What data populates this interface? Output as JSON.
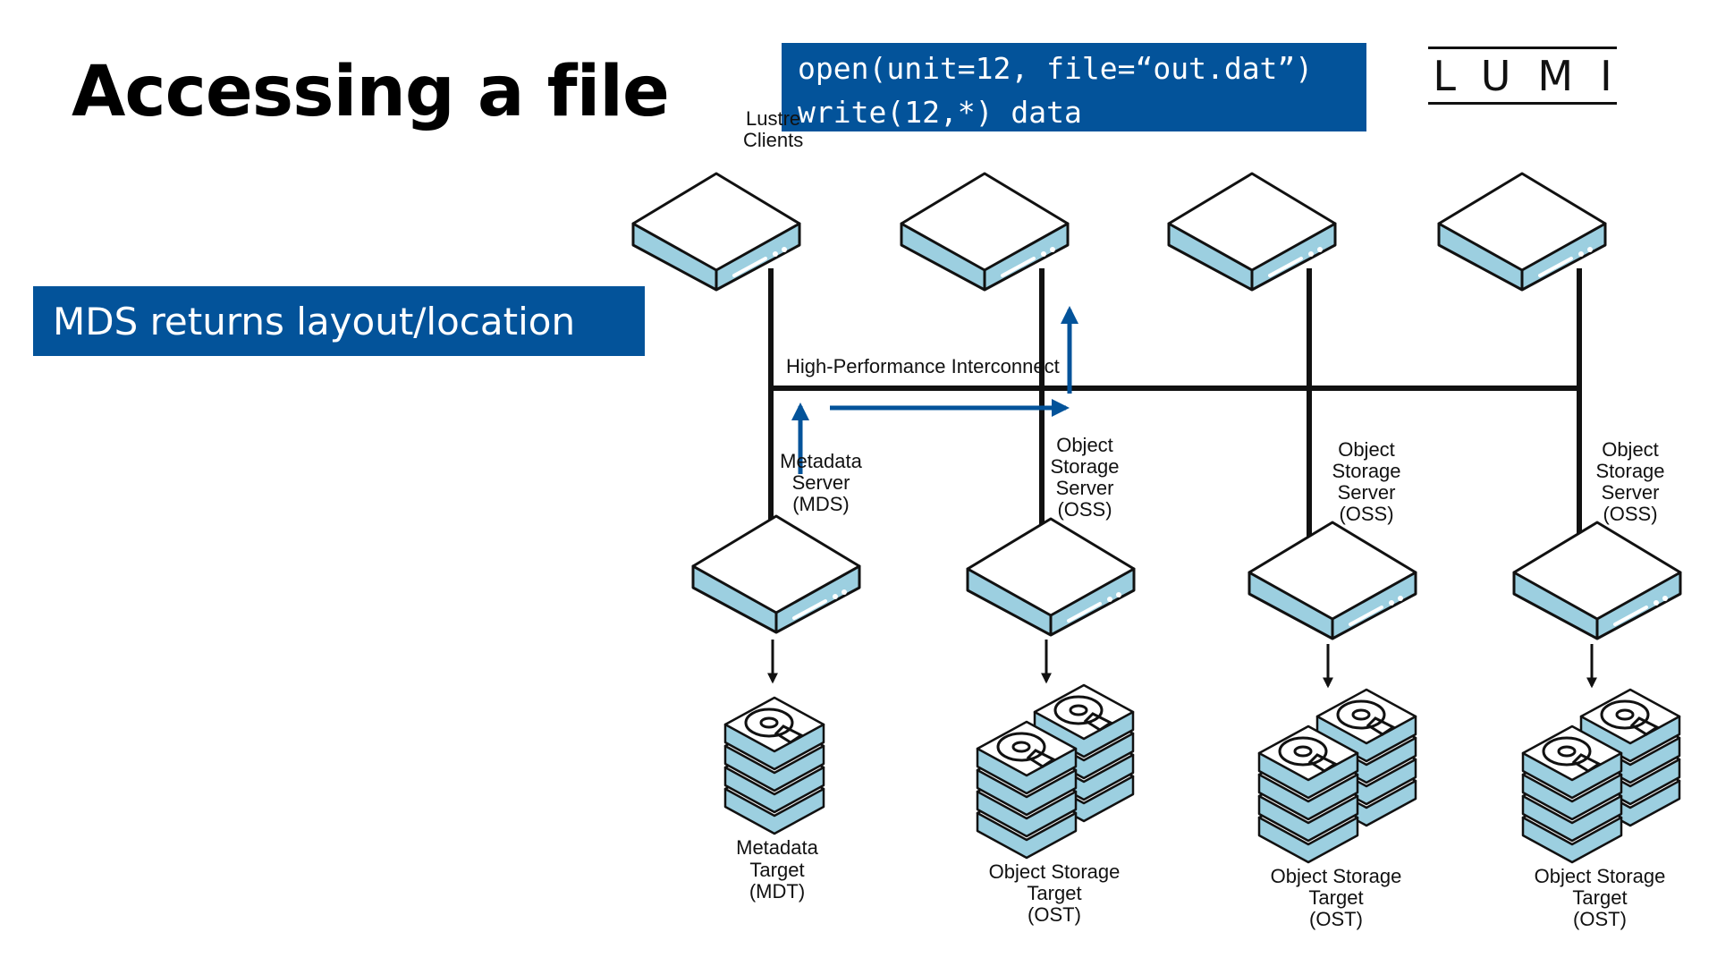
{
  "slide": {
    "title": "Accessing a file",
    "subtitle": "MDS returns layout/location"
  },
  "code": {
    "line1": "open(unit=12, file=“out.dat”)",
    "line2": "write(12,*) data"
  },
  "logo": {
    "text": "LUMI"
  },
  "diagram": {
    "clients_label": [
      "Lustre",
      "Clients"
    ],
    "interconnect_label": "High-Performance Interconnect",
    "mds_label": [
      "Metadata",
      "Server",
      "(MDS)"
    ],
    "oss_label": [
      "Object",
      "Storage",
      "Server",
      "(OSS)"
    ],
    "mdt_label": [
      "Metadata",
      "Target",
      "(MDT)"
    ],
    "ost_label": [
      "Object Storage",
      "Target",
      "(OST)"
    ],
    "colors": {
      "brand_blue": "#03539a",
      "device_blue": "#9ccfe0",
      "line": "#111111"
    }
  }
}
